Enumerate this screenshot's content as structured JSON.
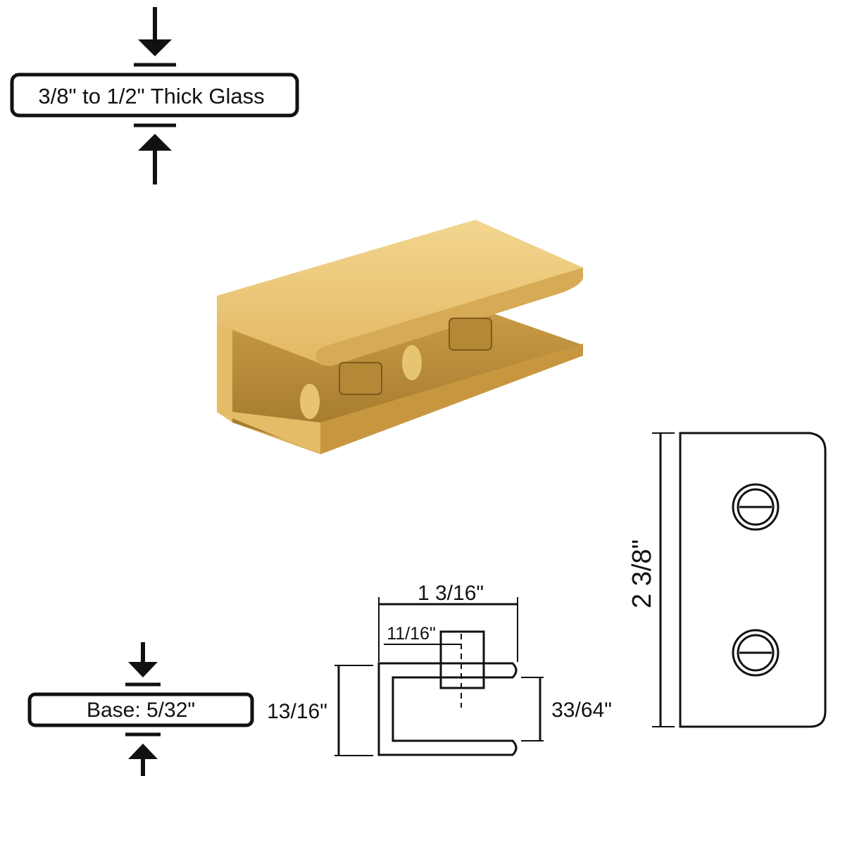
{
  "glass_thickness": {
    "label": "3/8\" to 1/2\" Thick Glass"
  },
  "base": {
    "label": "Base: 5/32\""
  },
  "dimensions": {
    "overall_width": "1 3/16\"",
    "screw_offset": "11/16\"",
    "overall_height": "13/16\"",
    "opening": "33/64\"",
    "length": "2 3/8\""
  },
  "colors": {
    "gold_light": "#ecc774",
    "gold_mid": "#d9ae55",
    "gold_dark": "#a97e2c",
    "line": "#111111"
  }
}
